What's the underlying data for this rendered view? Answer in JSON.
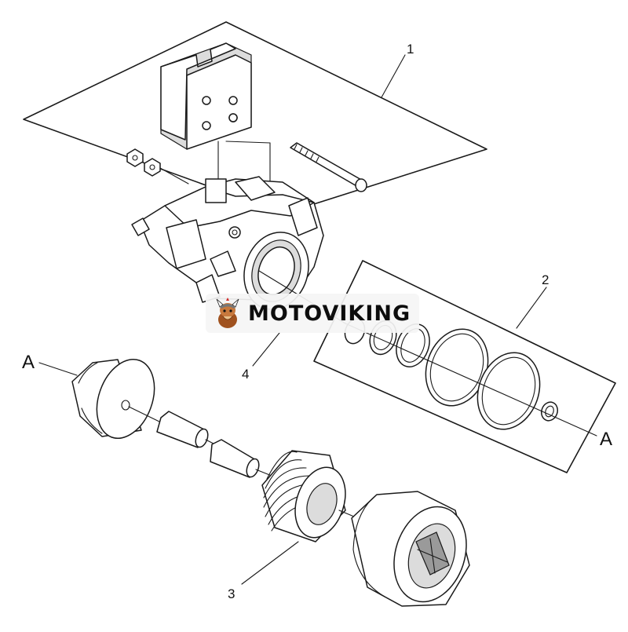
{
  "callouts": {
    "c1": "1",
    "c2": "2",
    "c3": "3",
    "c4": "4",
    "a_left": "A",
    "a_right": "A"
  },
  "watermark": {
    "brand": "MOTOVIKING"
  }
}
